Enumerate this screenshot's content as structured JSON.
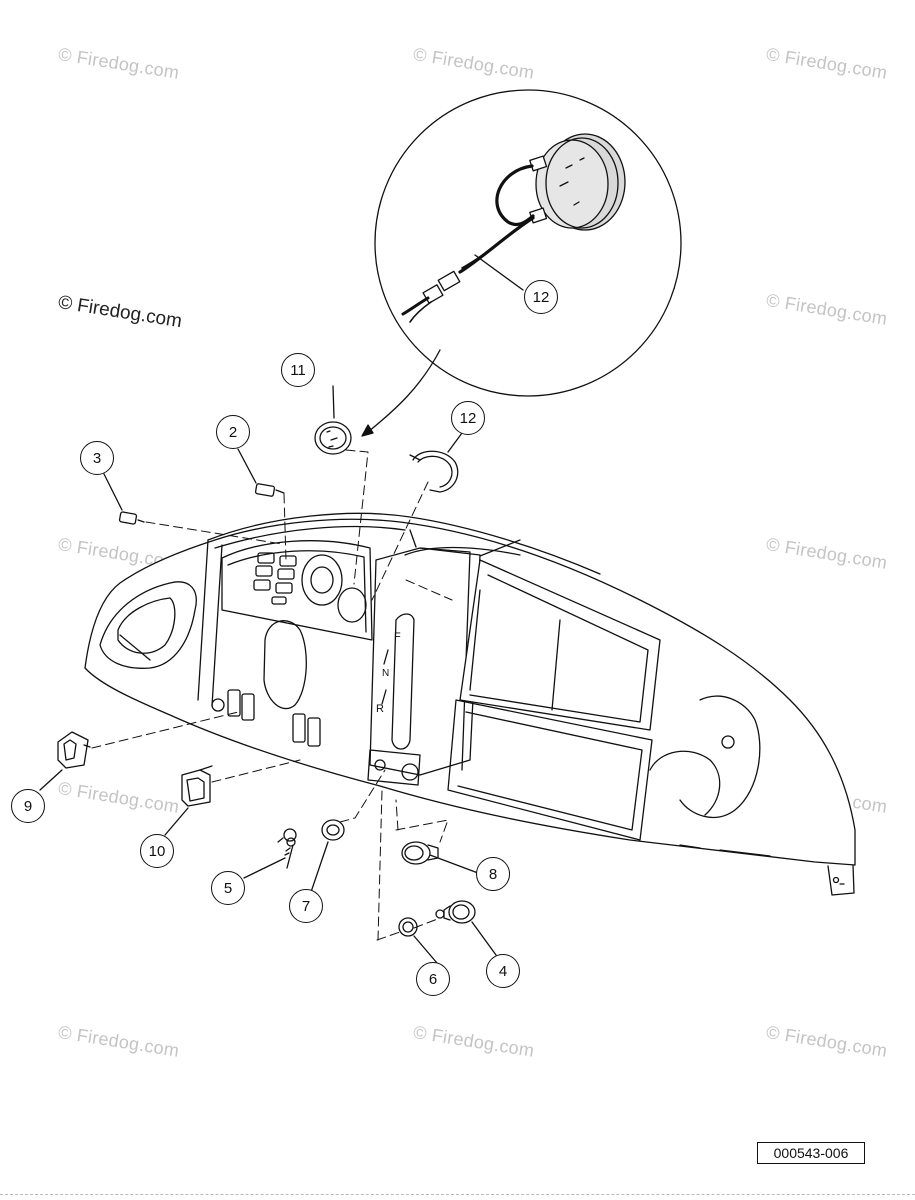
{
  "copyright_main": "© Firedog.com",
  "watermark_text": "© Firedog.com",
  "figure_id": "000543-006",
  "callouts": {
    "c2": "2",
    "c3": "3",
    "c4": "4",
    "c5": "5",
    "c6": "6",
    "c7": "7",
    "c8": "8",
    "c9": "9",
    "c10": "10",
    "c11": "11",
    "c12_detail": "12",
    "c12_main": "12"
  },
  "panel_marks": {
    "f": "F",
    "n": "N",
    "r": "R"
  },
  "colors": {
    "line": "#111111",
    "watermark": "#c4c4c4",
    "gauge_shade": "#d9d9d9"
  }
}
